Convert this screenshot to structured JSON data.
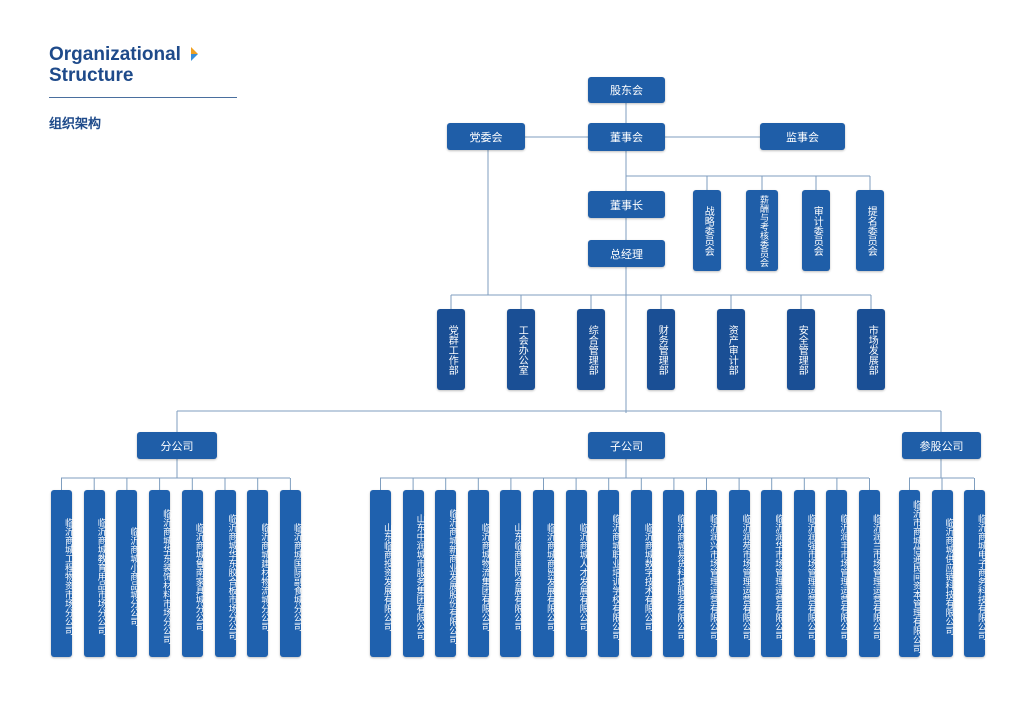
{
  "header": {
    "title_line1": "Organizational",
    "title_line2": "Structure",
    "subtitle_cn": "组织架构",
    "accent_colors": [
      "#f0a020",
      "#3a8fd8"
    ]
  },
  "colors": {
    "box": "#1f5ea8",
    "line": "#7f9ebf",
    "text": "#1e4a8a"
  },
  "top": {
    "shareholders": "股东会",
    "board": "董事会",
    "party_committee": "党委会",
    "supervisors": "监事会",
    "chairman": "董事长",
    "general_manager": "总经理"
  },
  "committees": [
    "战略委员会",
    "薪酬与考核委员会",
    "审计委员会",
    "提名委员会"
  ],
  "departments": [
    "党群工作部",
    "工会办公室",
    "综合管理部",
    "财务管理部",
    "资产审计部",
    "安全管理部",
    "市场发展部"
  ],
  "groups": {
    "branches": "分公司",
    "subsidiaries": "子公司",
    "affiliates": "参股公司"
  },
  "branches": [
    "临沂商城工程物资市场分公司",
    "临沂商城教育用品市场分公司",
    "临沂商城小商品城分公司",
    "临沂商城华东装饰材料市场分公司",
    "临沂商城鲁南家具城分公司",
    "临沂商城华东胶合板市场分公司",
    "临沂商城建材物流城分公司",
    "临沂商城国际副食城分公司"
  ],
  "subsidiaries": [
    "山东临商投资发展有限公司",
    "山东中润城市服务集团有限公司",
    "临沂商城新商业发展股份有限公司",
    "临沂商城物流集团有限公司",
    "山东临商国际会展有限公司",
    "临沂商城商贸发展有限公司",
    "临沂商城人才发展有限公司",
    "临沂商城职业培训学校有限公司",
    "临沂商城数字技术有限公司",
    "临沂商城易货科技服务有限公司",
    "临沂润兴市场管理运营有限公司",
    "临沂润苑市场管理运营有限公司",
    "临沂润华市场管理运营有限公司",
    "临沂润强市场管理运营有限公司",
    "临沂润丰市场管理运营有限公司",
    "临沂润兰市场管理运营有限公司"
  ],
  "affiliates": [
    "临沂市商城信通民间资本管理有限公司",
    "临沂商城供应链科技有限公司",
    "临沂商城电子商务科技有限公司"
  ]
}
